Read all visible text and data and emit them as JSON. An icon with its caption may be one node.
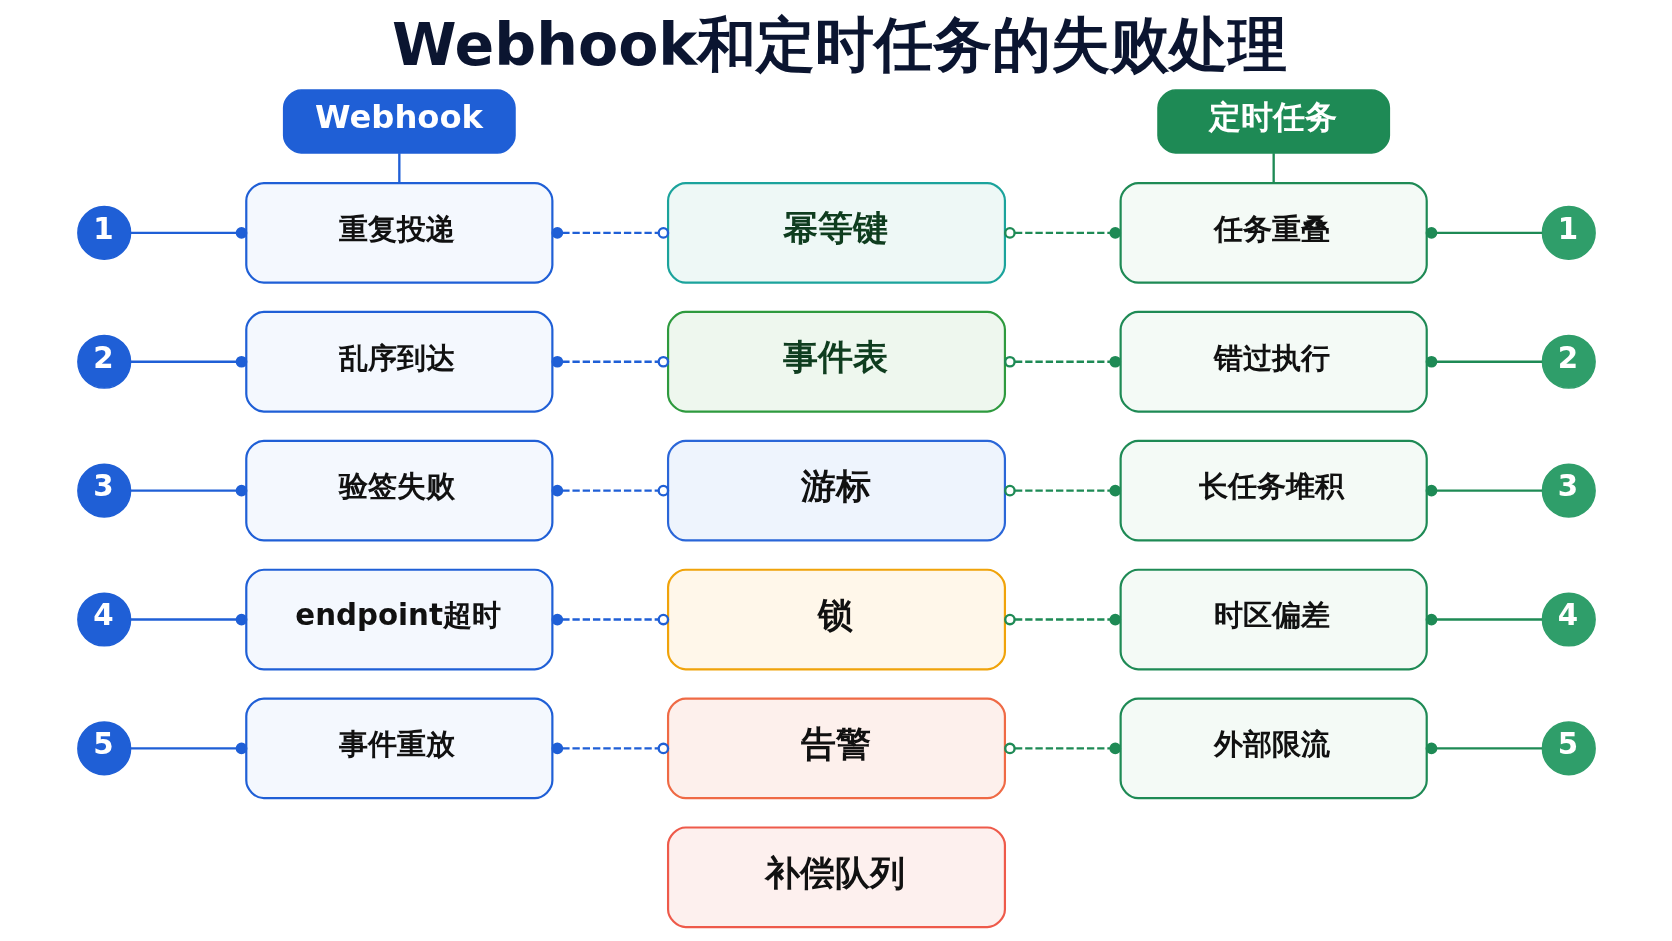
{
  "diagram": {
    "title": "Webhook和定时任务的失败处理",
    "nodes": [
      {
        "text": [
          "Webhook"
        ]
      },
      {
        "text": [
          "重复投递"
        ]
      },
      {
        "text": [
          "乱序到达"
        ]
      },
      {
        "text": [
          "验签失败"
        ]
      },
      {
        "text": [
          "endpoint超时"
        ]
      },
      {
        "text": [
          "事件重放"
        ]
      },
      {
        "text": [
          "1"
        ]
      },
      {
        "text": [
          "2"
        ]
      },
      {
        "text": [
          "3"
        ]
      },
      {
        "text": [
          "4"
        ]
      },
      {
        "text": [
          "5"
        ]
      },
      {
        "text": [
          "幂等键"
        ]
      },
      {
        "text": [
          "事件表"
        ]
      },
      {
        "text": [
          "游标"
        ]
      },
      {
        "text": [
          "锁"
        ]
      },
      {
        "text": [
          "告警"
        ]
      },
      {
        "text": [
          "补偿队列"
        ]
      },
      {
        "text": [
          "定时任务"
        ]
      },
      {
        "text": [
          "任务重叠"
        ]
      },
      {
        "text": [
          "错过执行"
        ]
      },
      {
        "text": [
          "长任务堆积"
        ]
      },
      {
        "text": [
          "时区偏差"
        ]
      },
      {
        "text": [
          "外部限流"
        ]
      },
      {
        "text": [
          "1"
        ]
      },
      {
        "text": [
          "2"
        ]
      },
      {
        "text": [
          "3"
        ]
      },
      {
        "text": [
          "4"
        ]
      },
      {
        "text": [
          "5"
        ]
      }
    ],
    "edges": [
      {
        "from": 0,
        "to": 1,
        "arrow": "none",
        "color": "#1f5fd6"
      },
      {
        "from": 6,
        "to": 1,
        "arrow": "other",
        "color": "#1f5fd6"
      },
      {
        "from": 7,
        "to": 2,
        "arrow": "other",
        "color": "#1f5fd6"
      },
      {
        "from": 8,
        "to": 3,
        "arrow": "other",
        "color": "#1f5fd6"
      },
      {
        "from": 9,
        "to": 4,
        "arrow": "other",
        "color": "#1f5fd6"
      },
      {
        "from": 10,
        "to": 5,
        "arrow": "other",
        "color": "#1f5fd6"
      },
      {
        "from": 1,
        "to": 11,
        "arrow": "other",
        "style": "dashed",
        "color": "#1f5fd6"
      },
      {
        "from": 2,
        "to": 12,
        "arrow": "other",
        "style": "dashed",
        "color": "#1f5fd6"
      },
      {
        "from": 3,
        "to": 13,
        "arrow": "other",
        "style": "dashed",
        "color": "#1f5fd6"
      },
      {
        "from": 4,
        "to": 14,
        "arrow": "other",
        "style": "dashed",
        "color": "#1f5fd6"
      },
      {
        "from": 5,
        "to": 15,
        "arrow": "other",
        "style": "dashed",
        "color": "#1f5fd6"
      },
      {
        "from": 17,
        "to": 18,
        "arrow": "none",
        "color": "#1e8a55"
      },
      {
        "from": 18,
        "to": 23,
        "arrow": "other",
        "color": "#1e8a55"
      },
      {
        "from": 19,
        "to": 24,
        "arrow": "other",
        "color": "#1e8a55"
      },
      {
        "from": 20,
        "to": 25,
        "arrow": "other",
        "color": "#1e8a55"
      },
      {
        "from": 21,
        "to": 26,
        "arrow": "other",
        "color": "#1e8a55"
      },
      {
        "from": 22,
        "to": 27,
        "arrow": "other",
        "color": "#1e8a55"
      },
      {
        "from": 11,
        "to": 18,
        "arrow": "other",
        "style": "dashed",
        "color": "#1e8a55"
      },
      {
        "from": 12,
        "to": 19,
        "arrow": "other",
        "style": "dashed",
        "color": "#1e8a55"
      },
      {
        "from": 13,
        "to": 20,
        "arrow": "other",
        "style": "dashed",
        "color": "#1e8a55"
      },
      {
        "from": 14,
        "to": 21,
        "arrow": "other",
        "style": "dashed",
        "color": "#1e8a55"
      },
      {
        "from": 15,
        "to": 22,
        "arrow": "other",
        "style": "dashed",
        "color": "#1e8a55"
      }
    ]
  }
}
